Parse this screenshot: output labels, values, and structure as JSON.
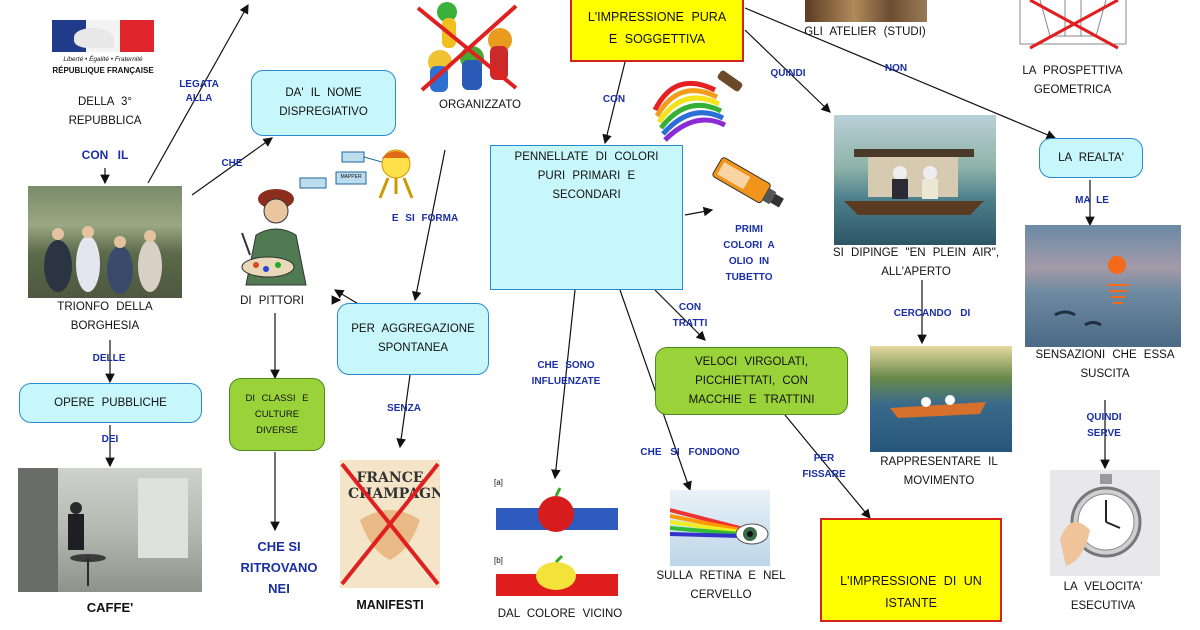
{
  "labels": {
    "atelier": "GLI ATELIER (STUDI)",
    "prospettiva": "LA PROSPETTIVA GEOMETRICA",
    "repubblica": "DELLA 3° REPUBBLICA",
    "organizzato": "ORGANIZZATO",
    "trionfo": "TRIONFO DELLA BORGHESIA",
    "pittori": "DI PITTORI",
    "plein_air": "SI DIPINGE \"EN PLEIN AIR\", ALL'APERTO",
    "primi_colori": "PRIMI COLORI A OLIO IN TUBETTO",
    "sensazioni": "SENSAZIONI CHE ESSA SUSCITA",
    "rappresentare": "RAPPRESENTARE IL MOVIMENTO",
    "sulla_retina": "SULLA RETINA E NEL CERVELLO",
    "dal_colore": "DAL COLORE VICINO",
    "velocita": "LA VELOCITA' ESECUTIVA",
    "caffe": "CAFFE'",
    "manifesti": "MANIFESTI"
  },
  "boxes": {
    "impressione": "L'IMPRESSIONE PURA E SOGGETTIVA",
    "nome": "DA' IL NOME DISPREGIATIVO",
    "pennellate": "PENNELLATE DI COLORI PURI PRIMARI E SECONDARI",
    "realta": "LA REALTA'",
    "aggregazione": "PER AGGREGAZIONE SPONTANEA",
    "opere": "OPERE PUBBLICHE",
    "classi": "DI CLASSI E CULTURE DIVERSE",
    "veloci": "VELOCI VIRGOLATI, PICCHIETTATI, CON MACCHIE E TRATTINI",
    "istante": "L'IMPRESSIONE DI UN ISTANTE"
  },
  "links": {
    "legata_alla": "LEGATA ALLA",
    "con_il": "CON IL",
    "che": "CHE",
    "e_si_forma": "E SI FORMA",
    "con": "CON",
    "quindi": "QUINDI",
    "non": "NON",
    "ma_le": "MA LE",
    "cercando_di": "CERCANDO DI",
    "delle": "DELLE",
    "dei": "DEI",
    "senza": "SENZA",
    "che_sono_influenzate": "CHE SONO INFLUENZATE",
    "con_tratti": "CON TRATTI",
    "che_si_fondono": "CHE SI FONDONO",
    "per_fissare": "PER FISSARE",
    "quindi_serve": "QUINDI SERVE",
    "che_si_ritrovano_nei": "CHE SI RITROVANO NEI"
  },
  "image_text": {
    "logo_motto": "Liberté • Égalité • Fraternité",
    "logo_name": "RÉPUBLIQUE FRANÇAISE",
    "mapper": "MAPPER",
    "fig_a": "[a]",
    "fig_b": "[b]",
    "poster_title": "FRANCE CHAMPAGNE"
  },
  "colors": {
    "link_blue": "#1a2fa5",
    "cyan_box": "#c8f7fb",
    "green_box": "#9ad23a",
    "yellow_box": "#ffff00",
    "red_border": "#d4221c"
  }
}
